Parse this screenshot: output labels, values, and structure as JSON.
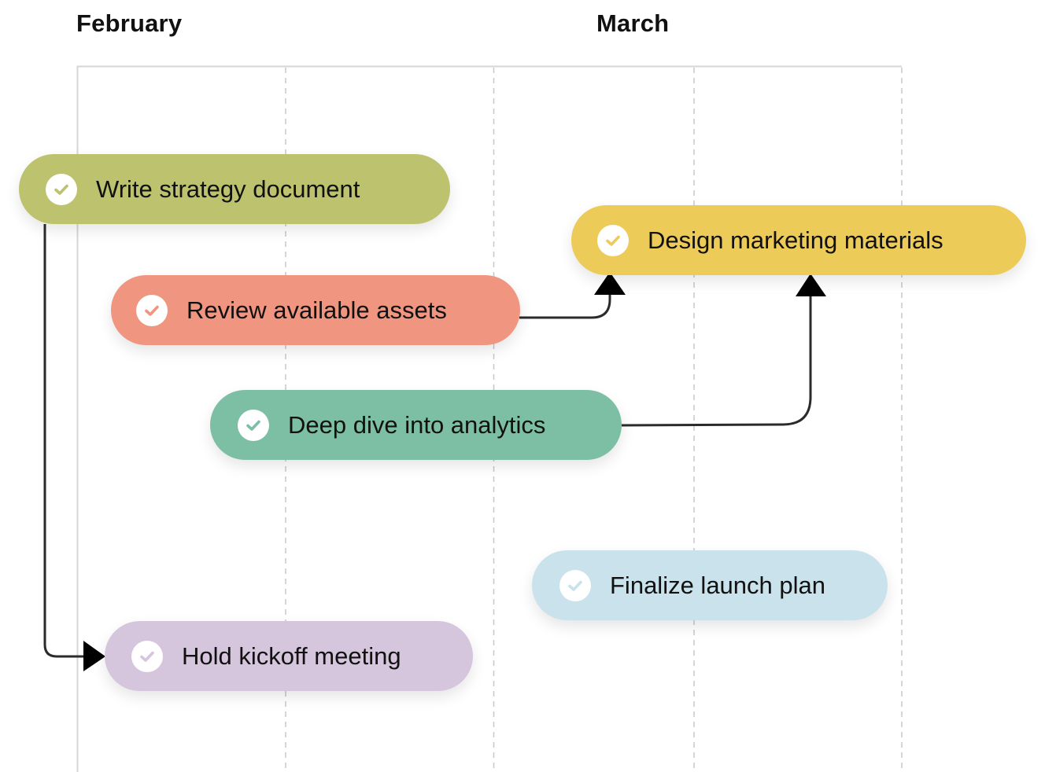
{
  "timeline": {
    "months": [
      {
        "label": "February"
      },
      {
        "label": "March"
      }
    ]
  },
  "tasks": [
    {
      "id": "write",
      "label": "Write strategy document",
      "color": "#bdc26e",
      "status": "complete",
      "icon": "check-circle-icon"
    },
    {
      "id": "design",
      "label": "Design marketing materials",
      "color": "#edcb59",
      "status": "complete",
      "icon": "check-circle-icon"
    },
    {
      "id": "review",
      "label": "Review available assets",
      "color": "#f09580",
      "status": "complete",
      "icon": "check-circle-icon"
    },
    {
      "id": "deep",
      "label": "Deep dive into analytics",
      "color": "#7dbfa5",
      "status": "complete",
      "icon": "check-circle-icon"
    },
    {
      "id": "finalize",
      "label": "Finalize launch plan",
      "color": "#c9e2ec",
      "status": "complete",
      "icon": "check-circle-icon"
    },
    {
      "id": "kickoff",
      "label": "Hold kickoff meeting",
      "color": "#d6c6dd",
      "status": "complete",
      "icon": "check-circle-icon"
    }
  ],
  "dependencies": [
    {
      "from": "review",
      "to": "design"
    },
    {
      "from": "deep",
      "to": "design"
    },
    {
      "from": "write",
      "to": "kickoff"
    }
  ],
  "colors": {
    "grid": "#d0d0d0",
    "connector": "#2b2b2b",
    "arrow": "#000000"
  }
}
